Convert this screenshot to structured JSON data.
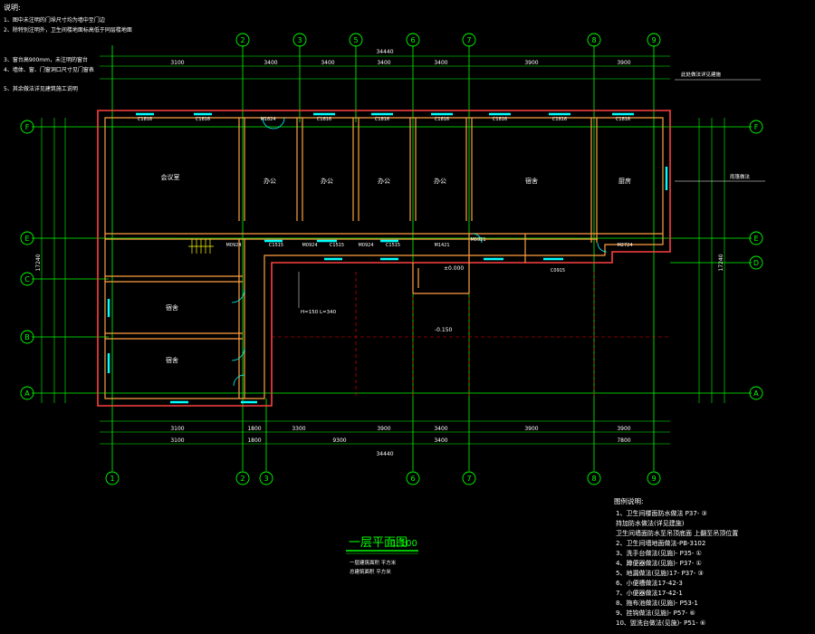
{
  "drawing": {
    "title": "一层平面图",
    "scale": "1:100",
    "subtitle_1": "一层建筑面积 平方米",
    "subtitle_2": "总建筑面积 平方米"
  },
  "overall_dims": {
    "top_total": "34440",
    "bottom_total": "34440",
    "left_total": "17240",
    "right_total": "17240"
  },
  "axes": {
    "vertical": [
      "1",
      "2",
      "3",
      "5",
      "6",
      "7",
      "8",
      "9"
    ],
    "horizontal": [
      "F",
      "E",
      "C",
      "B",
      "A",
      "D"
    ]
  },
  "top_spans": [
    "3100",
    "3400",
    "3400",
    "3400",
    "3400",
    "3900",
    "3900"
  ],
  "bottom_spans": [
    "3100",
    "1800",
    "3300",
    "3900",
    "3400",
    "3900",
    "3900"
  ],
  "bottom_spans_2": [
    "3100",
    "1800",
    "9300",
    "3400",
    "7800"
  ],
  "rooms": [
    {
      "name": "会议室"
    },
    {
      "name": "办公"
    },
    {
      "name": "办公"
    },
    {
      "name": "办公"
    },
    {
      "name": "办公"
    },
    {
      "name": "宿舍"
    },
    {
      "name": "厨房"
    },
    {
      "name": "宿舍"
    },
    {
      "name": "宿舍"
    }
  ],
  "window_tags": [
    "C1816",
    "C1816",
    "M1824",
    "C1816",
    "C1816",
    "C1816",
    "C1816",
    "C1816",
    "C1816"
  ],
  "door_tags": [
    "M0924",
    "C1515",
    "M0924",
    "C1515",
    "M0924",
    "C1515",
    "M1421",
    "M0921",
    "M2724",
    "C0915"
  ],
  "level_marks": [
    "±0.000",
    "-0.150"
  ],
  "notes": {
    "heading": "说明:",
    "items": [
      "1、图中未注明的门垛尺寸均为墙中至门边",
      "2、除特别注明外，卫生间楼地面标高低于同层楼地面",
      "3、窗台高900mm，未注明的窗台",
      "4、墙体、窗、门窗洞口尺寸见门窗表",
      "5、其余做法详见建筑施工说明"
    ]
  },
  "callouts": {
    "eave": "此处做法详见建施",
    "canopy": "雨篷做法",
    "ramp": "H=150 L=340"
  },
  "legend": {
    "heading": "图例说明:",
    "items": [
      "1、卫生间楼面防水做法 P37- ③",
      "  持加防水做法(详见建施)",
      "  卫生间墙面防水至吊顶底面 上翻至吊顶位置",
      "2、卫生间墙地面做法-PB-3102",
      "3、洗手台做法(见施)- P35- ①",
      "4、蹲便器做法(见施)- P37- ①",
      "5、地漏做法(见施)17- P37- ③",
      "6、小便槽做法17-42-3",
      "7、小便器做法17-42-1",
      "8、拖布池做法(见施)- P53-1",
      "9、挂钩做法(见施)- P57- ⑥",
      "10、盥洗台做法(见施)- P51- ⑥"
    ]
  },
  "colors": {
    "axis": "#00ff00",
    "wall": "#ff4040",
    "wall_inner": "#ffa040",
    "window": "#00ffff",
    "text": "#ffffff",
    "grid_dash": "#ff0000"
  }
}
